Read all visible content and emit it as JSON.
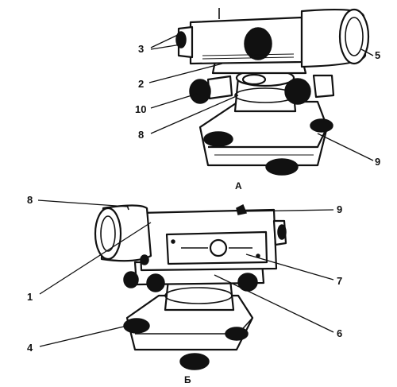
{
  "figure_a": {
    "caption": "А",
    "labels": [
      "3",
      "5",
      "2",
      "10",
      "8",
      "9"
    ]
  },
  "figure_b": {
    "caption": "Б",
    "labels": [
      "8",
      "9",
      "1",
      "7",
      "6",
      "4"
    ]
  },
  "colors": {
    "ink": "#111111",
    "paper": "#ffffff"
  }
}
